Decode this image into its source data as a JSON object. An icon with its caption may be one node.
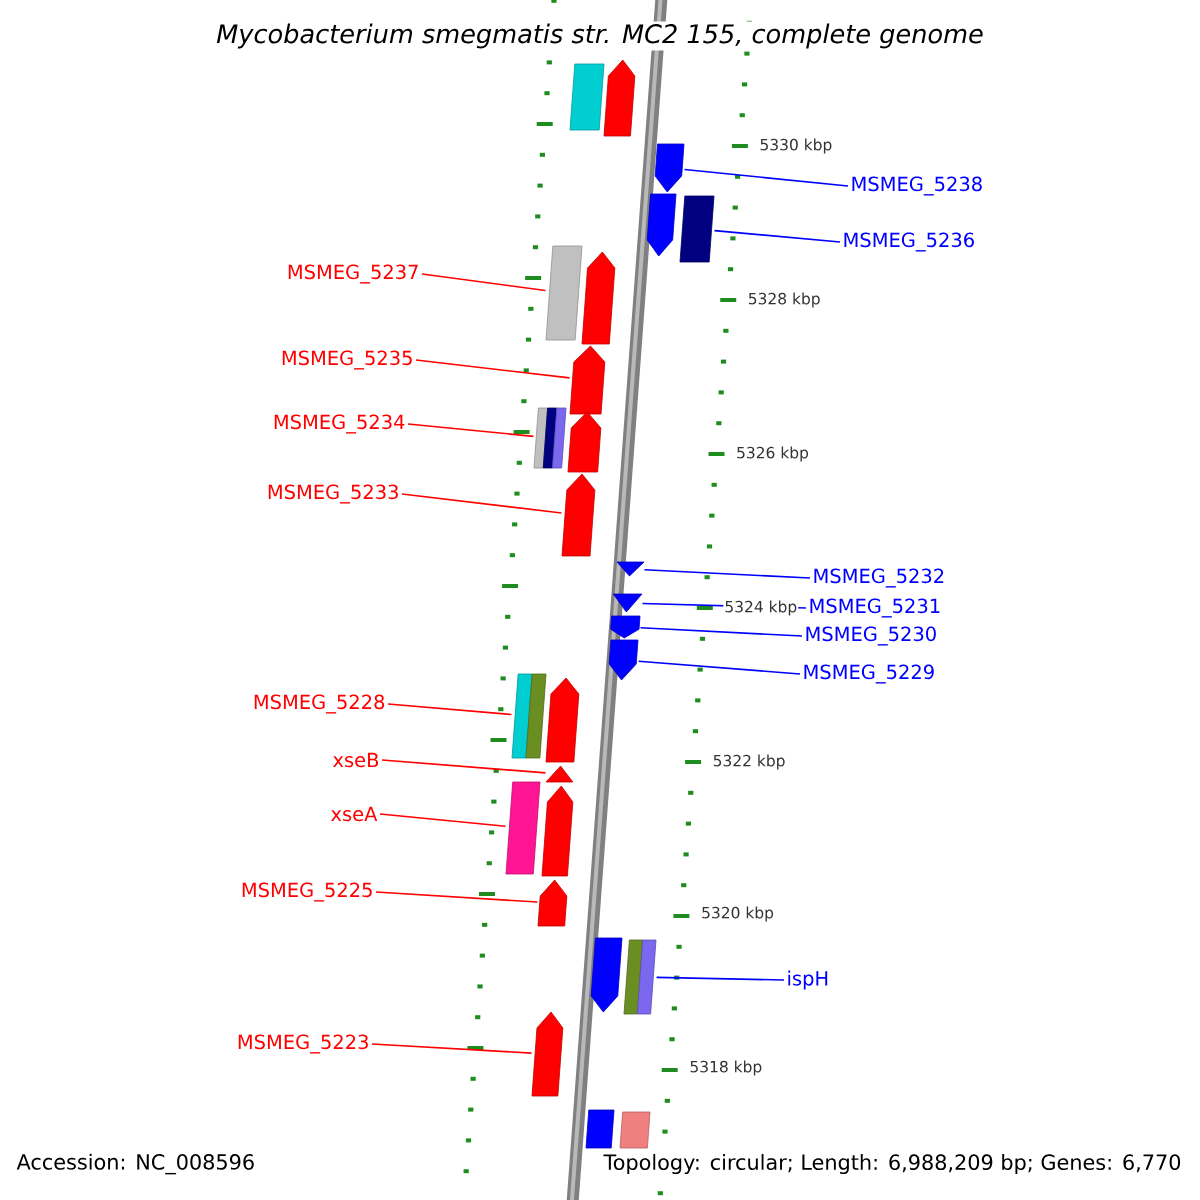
{
  "diagram": {
    "title": "Mycobacterium smegmatis str. MC2 155, complete genome",
    "nodes": [
      {
        "text": [
          "MSMEG_5238"
        ]
      },
      {
        "text": [
          "MSMEG_5236"
        ]
      },
      {
        "text": [
          "MSMEG_5237"
        ]
      },
      {
        "text": [
          "MSMEG_5235"
        ]
      },
      {
        "text": [
          "MSMEG_5234"
        ]
      },
      {
        "text": [
          "MSMEG_5233"
        ]
      },
      {
        "text": [
          "MSMEG_5232"
        ]
      },
      {
        "text": [
          "MSMEG_5231"
        ]
      },
      {
        "text": [
          "MSMEG_5230"
        ]
      },
      {
        "text": [
          "MSMEG_5229"
        ]
      },
      {
        "text": [
          "MSMEG_5228"
        ]
      },
      {
        "text": [
          "xseB"
        ]
      },
      {
        "text": [
          "xseA"
        ]
      },
      {
        "text": [
          "MSMEG_5225"
        ]
      },
      {
        "text": [
          "ispH"
        ]
      },
      {
        "text": [
          "MSMEG_5223"
        ]
      },
      {
        "text": [],
        "shape": "box"
      },
      {
        "text": [],
        "shape": "pentagon"
      },
      {
        "text": [],
        "shape": "pentagon"
      },
      {
        "text": [],
        "shape": "pentagon"
      },
      {
        "text": [],
        "shape": "box"
      },
      {
        "text": [],
        "shape": "box"
      },
      {
        "text": [],
        "shape": "pentagon"
      },
      {
        "text": [],
        "shape": "pentagon"
      },
      {
        "text": [],
        "shape": "box"
      },
      {
        "text": [],
        "shape": "pentagon"
      },
      {
        "text": [],
        "shape": "pentagon"
      },
      {
        "text": [],
        "shape": "triangle"
      },
      {
        "text": [],
        "shape": "triangle"
      },
      {
        "text": [],
        "shape": "pentagon"
      },
      {
        "text": [],
        "shape": "pentagon"
      },
      {
        "text": [],
        "shape": "box"
      },
      {
        "text": [],
        "shape": "pentagon"
      },
      {
        "text": [],
        "shape": "triangle"
      },
      {
        "text": [],
        "shape": "box"
      },
      {
        "text": [],
        "shape": "pentagon"
      },
      {
        "text": [],
        "shape": "pentagon"
      },
      {
        "text": [],
        "shape": "pentagon"
      },
      {
        "text": [],
        "shape": "box"
      },
      {
        "text": [],
        "shape": "pentagon"
      },
      {
        "text": [],
        "shape": "box"
      },
      {
        "text": [],
        "shape": "box"
      }
    ],
    "edges": [
      {
        "from": 0,
        "to": 18,
        "arrow": "none",
        "color": "#0000ff"
      },
      {
        "from": 1,
        "to": 20,
        "arrow": "none",
        "color": "#0000ff"
      },
      {
        "from": 2,
        "to": 21,
        "arrow": "none"
      },
      {
        "from": 3,
        "to": 23,
        "arrow": "none"
      },
      {
        "from": 4,
        "to": 24,
        "arrow": "none"
      },
      {
        "from": 5,
        "to": 26,
        "arrow": "none"
      },
      {
        "from": 6,
        "to": 27,
        "arrow": "none",
        "color": "#0000ff"
      },
      {
        "from": 7,
        "to": 28,
        "arrow": "none",
        "color": "#0000ff"
      },
      {
        "from": 8,
        "to": 29,
        "arrow": "none",
        "color": "#0000ff"
      },
      {
        "from": 9,
        "to": 30,
        "arrow": "none",
        "color": "#0000ff"
      },
      {
        "from": 10,
        "to": 31,
        "arrow": "none"
      },
      {
        "from": 11,
        "to": 33,
        "arrow": "none"
      },
      {
        "from": 12,
        "to": 34,
        "arrow": "none"
      },
      {
        "from": 13,
        "to": 36,
        "arrow": "none"
      },
      {
        "from": 14,
        "to": 38,
        "arrow": "none",
        "color": "#0000ff"
      },
      {
        "from": 15,
        "to": 39,
        "arrow": "none"
      }
    ],
    "labels": [
      "5330 kbp",
      "5328 kbp",
      "5326 kbp",
      "5324 kbp",
      "5322 kbp",
      "5320 kbp",
      "5318 kbp",
      "Accession: NC_008596",
      "Topology: circular; Length: 6,988,209 bp; Genes: 6,770"
    ]
  }
}
